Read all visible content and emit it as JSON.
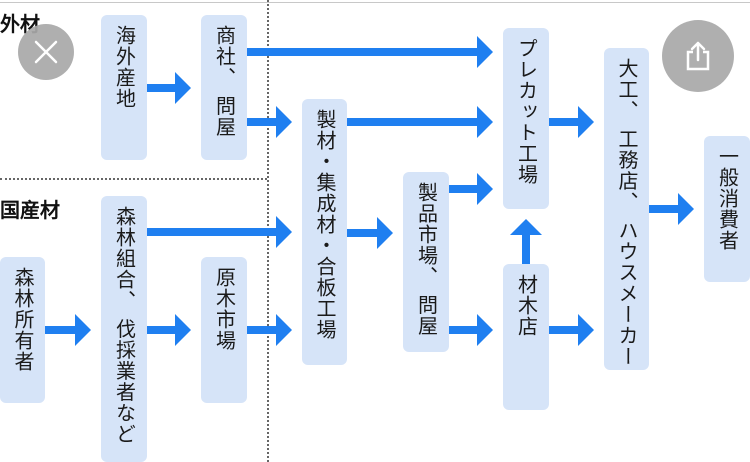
{
  "sections": {
    "foreign": "外材",
    "domestic": "国産材"
  },
  "nodes": {
    "overseas_origin": "海外産地",
    "trading_company": "商社、 問屋",
    "forest_owner": "森林所有者",
    "forest_union": "森林組合、 伐採業者など",
    "log_market": "原木市場",
    "sawmill": "製材・集成材・合板工場",
    "product_market": "製品市場、 問屋",
    "precut_factory": "プレカット工場",
    "lumber_store": "材木店",
    "builders": "大工、 工務店、 ハウスメーカー",
    "consumer": "一般消費者"
  },
  "colors": {
    "arrow": "#1f7ff0",
    "box": "#d6e4f8",
    "fab": "#a9a9a9"
  },
  "controls": {
    "close_icon": "close-icon",
    "share_icon": "share-icon"
  }
}
